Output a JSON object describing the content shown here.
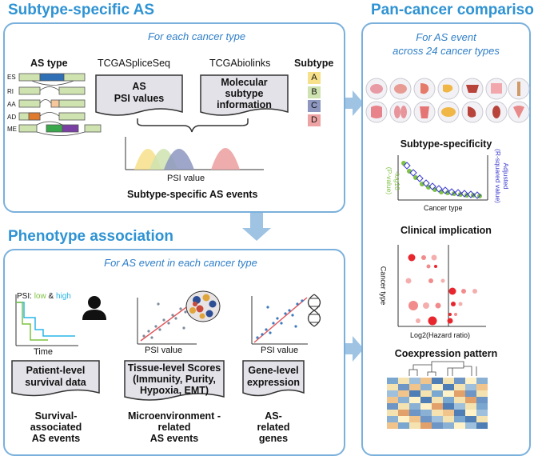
{
  "left_top": {
    "title": "Subtype-specific AS",
    "subtitle": "For each cancer type",
    "as_type_label": "AS type",
    "as_types": [
      "ES",
      "RI",
      "AA",
      "AD",
      "ME"
    ],
    "source1": "TCGASpliceSeq",
    "source2": "TCGAbiolinks",
    "doc1_line1": "AS",
    "doc1_line2": "PSI values",
    "doc2_line1": "Molecular",
    "doc2_line2": "subtype",
    "doc2_line3": "information",
    "subtype_label": "Subtype",
    "subtypes": [
      {
        "label": "A",
        "color": "#f7e08a"
      },
      {
        "label": "B",
        "color": "#cfe3b0"
      },
      {
        "label": "C",
        "color": "#8d97bf"
      },
      {
        "label": "D",
        "color": "#eda3a3"
      }
    ],
    "xaxis": "PSI value",
    "bottom": "Subtype-specific AS events"
  },
  "left_bottom": {
    "title": "Phenotype association",
    "subtitle": "For AS event in each cancer type",
    "psi_prefix": "PSI: ",
    "psi_low": "low",
    "psi_amp": " & ",
    "psi_high": "high",
    "time_label": "Time",
    "psi_value_1": "PSI value",
    "psi_value_2": "PSI value",
    "doc_a": "Patient-level survival data",
    "doc_b_line1": "Tissue-level Scores",
    "doc_b_line2": "(Immunity, Purity,",
    "doc_b_line3": "Hypoxia, EMT)",
    "doc_c_line1": "Gene-level",
    "doc_c_line2": "expression",
    "result_a_line1": "Survival-",
    "result_a_line2": "associated",
    "result_a_line3": "AS events",
    "result_b_line1": "Microenvironment -",
    "result_b_line2": "related",
    "result_b_line3": "AS events",
    "result_c_line1": "AS-",
    "result_c_line2": "related",
    "result_c_line3": "genes"
  },
  "right": {
    "title": "Pan-cancer comparison",
    "subtitle_line1": "For AS event",
    "subtitle_line2": "across 24 cancer types",
    "specificity_title": "Subtype-specificity",
    "left_axis_line1": "-log10",
    "left_axis_line2": "(P-value)",
    "right_axis_line1": "Adjusted",
    "right_axis_line2": "(R-squared value)",
    "specificity_x": "Cancer type",
    "clinical_title": "Clinical implication",
    "clinical_y": "Cancer type",
    "clinical_x": "Log2(Hazard ratio)",
    "coexpr_title": "Coexpression pattern"
  },
  "colors": {
    "accent": "#2f93d3",
    "panel_border": "#7ab0dc",
    "arrow": "#9fc3e3",
    "green_low": "#7fc241",
    "blue_high": "#29b6e8"
  }
}
